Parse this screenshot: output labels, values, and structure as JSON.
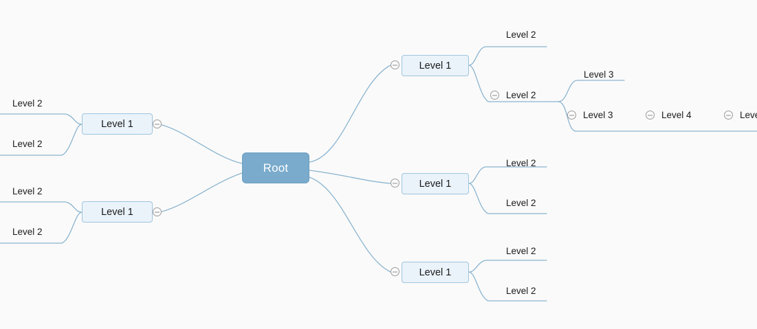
{
  "app": {
    "view_name": "mind-map",
    "background_color": "#fafafa",
    "root_color": "#7aabcc",
    "branch_color": "#8ab4cf",
    "node_fill": "#eaf3fa",
    "node_border": "#9ec4de",
    "toggle_icon": "collapse-minus-icon"
  },
  "root": {
    "label": "Root"
  },
  "branches": {
    "left": [
      {
        "label": "Level 1",
        "toggle": "collapse-minus-icon",
        "children": [
          {
            "label": "Level 2"
          },
          {
            "label": "Level 2"
          }
        ]
      },
      {
        "label": "Level 1",
        "toggle": "collapse-minus-icon",
        "children": [
          {
            "label": "Level 2"
          },
          {
            "label": "Level 2"
          }
        ]
      }
    ],
    "right": [
      {
        "label": "Level 1",
        "toggle": "collapse-minus-icon",
        "children": [
          {
            "label": "Level 2"
          },
          {
            "label": "Level 2",
            "toggle": "collapse-minus-icon",
            "children": [
              {
                "label": "Level 3"
              },
              {
                "label": "Level 3",
                "toggle": "collapse-minus-icon",
                "siblings": [
                  {
                    "label": "Level 4",
                    "toggle": "collapse-minus-icon"
                  },
                  {
                    "label": "Leve",
                    "toggle": "collapse-minus-icon",
                    "clipped": true
                  }
                ]
              }
            ]
          }
        ]
      },
      {
        "label": "Level 1",
        "toggle": "collapse-minus-icon",
        "children": [
          {
            "label": "Level 2"
          },
          {
            "label": "Level 2"
          }
        ]
      },
      {
        "label": "Level 1",
        "toggle": "collapse-minus-icon",
        "children": [
          {
            "label": "Level 2"
          },
          {
            "label": "Level 2"
          }
        ]
      }
    ]
  }
}
